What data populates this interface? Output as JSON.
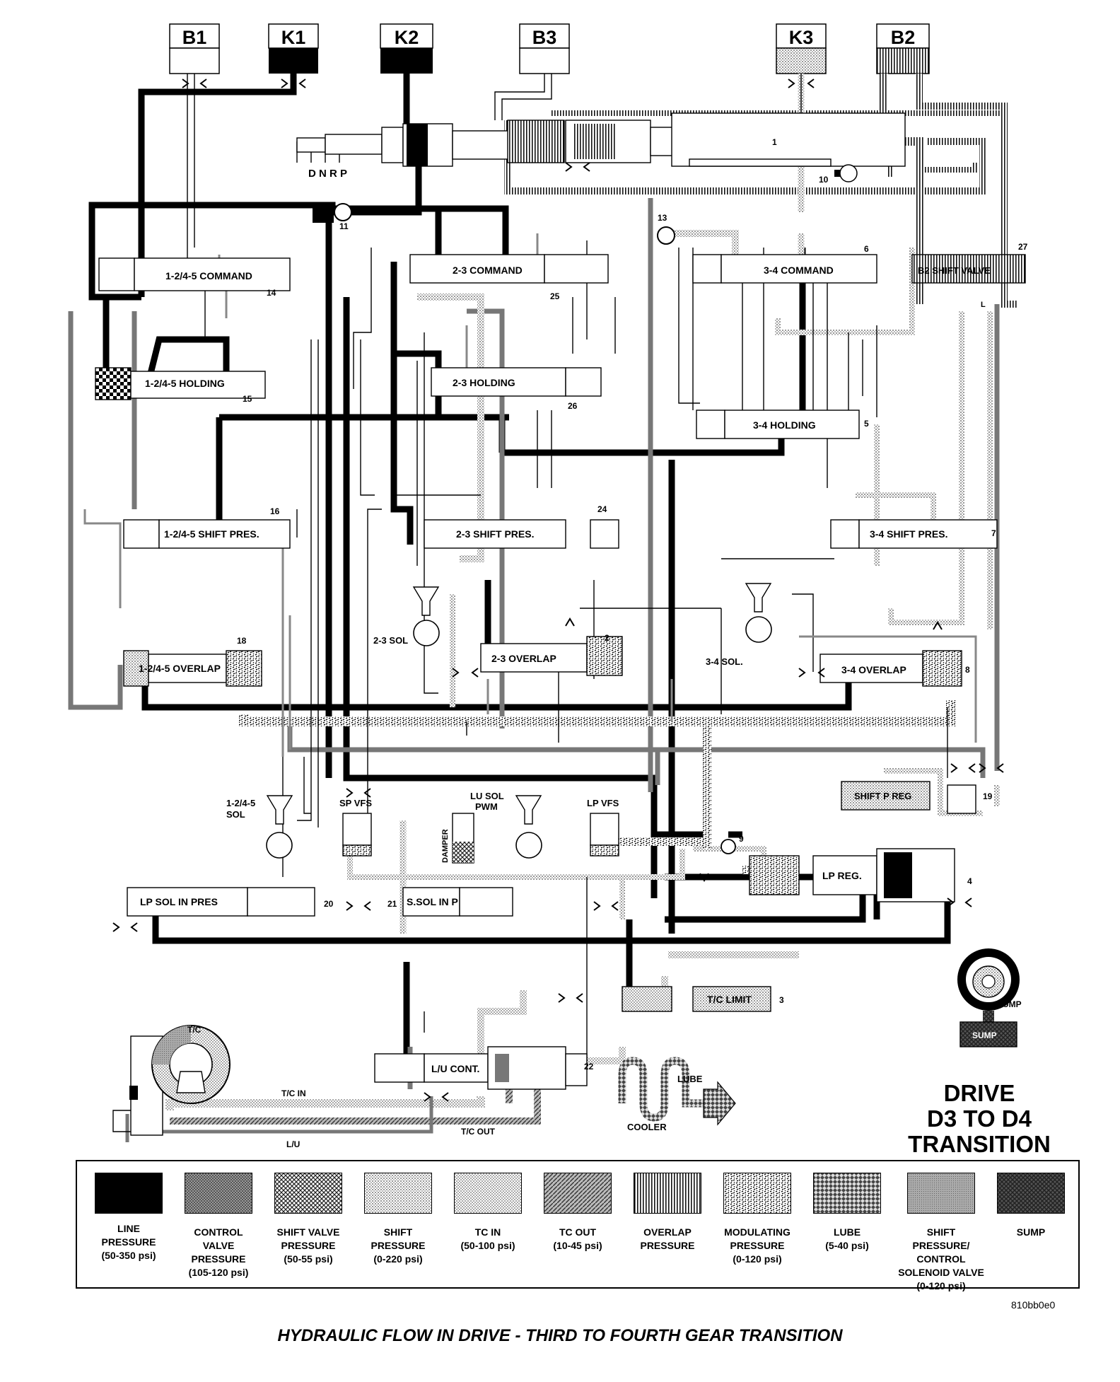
{
  "clutches": [
    {
      "id": "B1",
      "label": "B1",
      "fill": "white"
    },
    {
      "id": "K1",
      "label": "K1",
      "fill": "black"
    },
    {
      "id": "K2",
      "label": "K2",
      "fill": "black"
    },
    {
      "id": "B3",
      "label": "B3",
      "fill": "white"
    },
    {
      "id": "K3",
      "label": "K3",
      "fill": "shift"
    },
    {
      "id": "B2",
      "label": "B2",
      "fill": "overlap"
    }
  ],
  "manual_positions": "D N R P",
  "valves": [
    {
      "id": "cmd-1245",
      "label": "1-2/4-5 COMMAND"
    },
    {
      "id": "cmd-23",
      "label": "2-3 COMMAND"
    },
    {
      "id": "cmd-34",
      "label": "3-4 COMMAND"
    },
    {
      "id": "b2-shift",
      "label": "B2 SHIFT VALVE"
    },
    {
      "id": "hold-1245",
      "label": "1-2/4-5 HOLDING"
    },
    {
      "id": "hold-23",
      "label": "2-3 HOLDING"
    },
    {
      "id": "hold-34",
      "label": "3-4 HOLDING"
    },
    {
      "id": "sp-1245",
      "label": "1-2/4-5 SHIFT PRES."
    },
    {
      "id": "sp-23",
      "label": "2-3 SHIFT PRES."
    },
    {
      "id": "sp-34",
      "label": "3-4 SHIFT PRES."
    },
    {
      "id": "ov-1245",
      "label": "1-2/4-5 OVERLAP"
    },
    {
      "id": "ov-23",
      "label": "2-3 OVERLAP"
    },
    {
      "id": "ov-34",
      "label": "3-4 OVERLAP"
    },
    {
      "id": "spreg",
      "label": "SHIFT P REG"
    },
    {
      "id": "lpreg",
      "label": "LP REG."
    },
    {
      "id": "lpsol",
      "label": "LP SOL IN PRES"
    },
    {
      "id": "ssol",
      "label": "S.SOL IN P"
    },
    {
      "id": "tclimit",
      "label": "T/C LIMIT"
    },
    {
      "id": "lucont",
      "label": "L/U CONT."
    }
  ],
  "solenoids": {
    "sol23": "2-3 SOL",
    "sol34": "3-4 SOL.",
    "sol1245a": "1-2/4-5",
    "sol1245b": "SOL",
    "spvfs": "SP VFS",
    "lusol_a": "LU SOL",
    "lusol_b": "PWM",
    "lpvfs": "LP VFS",
    "damper": "DAMPER"
  },
  "numbers": [
    "1",
    "2",
    "3",
    "4",
    "5",
    "6",
    "7",
    "8",
    "9",
    "10",
    "11",
    "13",
    "14",
    "15",
    "16",
    "18",
    "19",
    "20",
    "21",
    "22",
    "24",
    "25",
    "26",
    "27"
  ],
  "misc": {
    "tc": "T/C",
    "tcin": "T/C IN",
    "tcout": "T/C OUT",
    "lu": "L/U",
    "cooler": "COOLER",
    "lube": "LUBE",
    "pump": "PUMP",
    "sump": "SUMP",
    "l_mark": "L"
  },
  "title": {
    "line1": "DRIVE",
    "line2": "D3 TO D4",
    "line3": "TRANSITION"
  },
  "legend": [
    {
      "key": "line",
      "label": "LINE\nPRESSURE",
      "range": "(50-350 psi)"
    },
    {
      "key": "control",
      "label": "CONTROL\nVALVE\nPRESSURE",
      "range": "(105-120 psi)"
    },
    {
      "key": "shiftvalve",
      "label": "SHIFT VALVE\nPRESSURE",
      "range": "(50-55 psi)"
    },
    {
      "key": "shift",
      "label": "SHIFT\nPRESSURE",
      "range": "(0-220 psi)"
    },
    {
      "key": "tcin",
      "label": "TC IN",
      "range": "(50-100 psi)"
    },
    {
      "key": "tcout",
      "label": "TC OUT",
      "range": "(10-45 psi)"
    },
    {
      "key": "overlap",
      "label": "OVERLAP\nPRESSURE",
      "range": ""
    },
    {
      "key": "modulating",
      "label": "MODULATING\nPRESSURE",
      "range": "(0-120 psi)"
    },
    {
      "key": "lube",
      "label": "LUBE",
      "range": "(5-40 psi)"
    },
    {
      "key": "shiftcsv",
      "label": "SHIFT\nPRESSURE/\nCONTROL\nSOLENOID VALVE",
      "range": "(0-120 psi)"
    },
    {
      "key": "sump",
      "label": "SUMP",
      "range": ""
    }
  ],
  "code": "810bb0e0",
  "caption": "HYDRAULIC FLOW IN DRIVE - THIRD TO FOURTH GEAR TRANSITION"
}
